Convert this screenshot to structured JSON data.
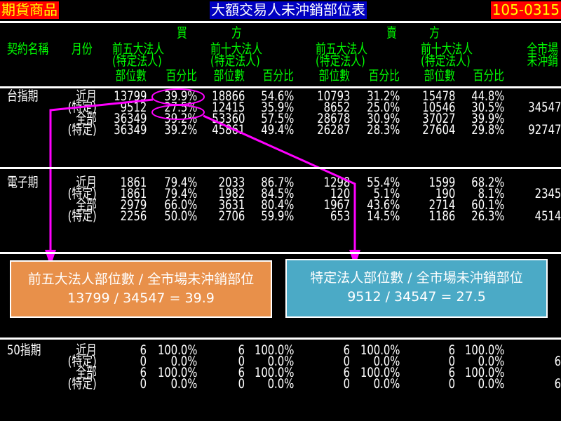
{
  "header": {
    "left_badge": "期貨商品",
    "title": "大額交易人未沖銷部位表",
    "date": "105-0315"
  },
  "columns": {
    "buy": "買",
    "buy2": "方",
    "sell": "賣",
    "sell2": "方",
    "contract": "契約名稱",
    "month": "月份",
    "top5": "前五大法人",
    "top10": "前十大法人",
    "special": "(特定法人)",
    "count": "部位數",
    "pct": "百分比",
    "total1": "全市場",
    "total2": "未沖銷"
  },
  "sections": [
    {
      "name": "台指期",
      "rows": [
        {
          "label": "近月",
          "v": [
            "13799",
            "39.9%",
            "18866",
            "54.6%",
            "10793",
            "31.2%",
            "15478",
            "44.8%"
          ],
          "total": ""
        },
        {
          "label": "(特定)",
          "v": [
            "9512",
            "27.5%",
            "12415",
            "35.9%",
            "8652",
            "25.0%",
            "10546",
            "30.5%"
          ],
          "total": "34547"
        },
        {
          "label": "全部",
          "v": [
            "36349",
            "39.2%",
            "53360",
            "57.5%",
            "28678",
            "30.9%",
            "37027",
            "39.9%"
          ],
          "total": ""
        },
        {
          "label": "(特定)",
          "v": [
            "36349",
            "39.2%",
            "45861",
            "49.4%",
            "26287",
            "28.3%",
            "27604",
            "29.8%"
          ],
          "total": "92747"
        }
      ]
    },
    {
      "name": "電子期",
      "rows": [
        {
          "label": "近月",
          "v": [
            "1861",
            "79.4%",
            "2033",
            "86.7%",
            "1298",
            "55.4%",
            "1599",
            "68.2%"
          ],
          "total": ""
        },
        {
          "label": "(特定)",
          "v": [
            "1861",
            "79.4%",
            "1982",
            "84.5%",
            "120",
            "5.1%",
            "190",
            "8.1%"
          ],
          "total": "2345"
        },
        {
          "label": "全部",
          "v": [
            "2979",
            "66.0%",
            "3631",
            "80.4%",
            "1967",
            "43.6%",
            "2714",
            "60.1%"
          ],
          "total": ""
        },
        {
          "label": "(特定)",
          "v": [
            "2256",
            "50.0%",
            "2706",
            "59.9%",
            "653",
            "14.5%",
            "1186",
            "26.3%"
          ],
          "total": "4514"
        }
      ]
    },
    {
      "name": "50指期",
      "rows": [
        {
          "label": "近月",
          "v": [
            "6",
            "100.0%",
            "6",
            "100.0%",
            "6",
            "100.0%",
            "6",
            "100.0%"
          ],
          "total": ""
        },
        {
          "label": "(特定)",
          "v": [
            "0",
            "0.0%",
            "0",
            "0.0%",
            "0",
            "0.0%",
            "0",
            "0.0%"
          ],
          "total": "6"
        },
        {
          "label": "全部",
          "v": [
            "6",
            "100.0%",
            "6",
            "100.0%",
            "6",
            "100.0%",
            "6",
            "100.0%"
          ],
          "total": ""
        },
        {
          "label": "(特定)",
          "v": [
            "0",
            "0.0%",
            "0",
            "0.0%",
            "0",
            "0.0%",
            "0",
            "0.0%"
          ],
          "total": "6"
        }
      ]
    }
  ],
  "annotations": {
    "orange": {
      "line1": "前五大法人部位數 / 全市場未沖銷部位",
      "line2": "13799 / 34547 = 39.9",
      "color": "#E8904A"
    },
    "blue": {
      "line1": "特定法人部位數 / 全市場未沖銷部位",
      "line2": "9512 / 34547 = 27.5",
      "color": "#4BAAC6"
    },
    "marker_color": "#FF00FF"
  }
}
